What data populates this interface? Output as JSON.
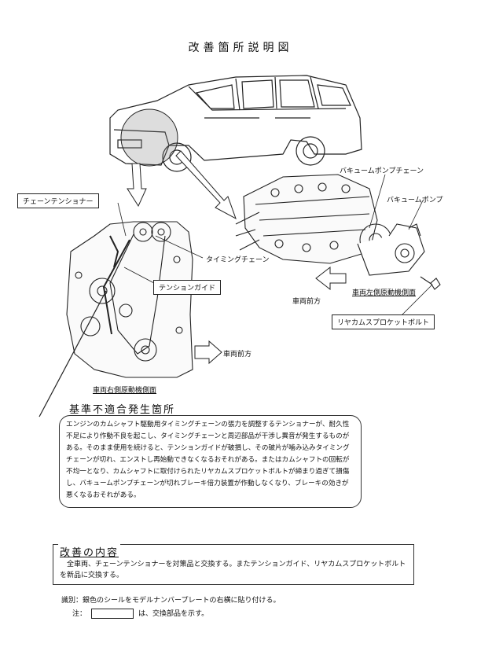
{
  "title": "改善箇所説明図",
  "labels": {
    "chain_tensioner": "チェーンテンショナー",
    "timing_chain": "タイミングチェーン",
    "tension_guide": "テンションガイド",
    "vehicle_front_right": "車両前方",
    "right_side_view": "車両右側原動機側面",
    "vacuum_pump_chain": "バキュームポンプチェーン",
    "vacuum_pump": "バキュームポンプ",
    "vehicle_front_left": "車両前方",
    "left_side_view": "車両左側原動機側面",
    "rear_cam_bolt": "リヤカムスプロケットボルト"
  },
  "nonconformity": {
    "heading": "基準不適合発生箇所",
    "body": "エンジンのカムシャフト駆動用タイミングチェーンの張力を調整するテンショナーが、耐久性不足により作動不良を起こし、タイミングチェーンと周辺部品が干渉し異音が発生するものがある。そのまま使用を続けると、テンションガイドが破損し、その破片が噛み込みタイミングチェーンが切れ、エンストし再始動できなくなるおそれがある。またはカムシャフトの回転が不均一となり、カムシャフトに取付けられたリヤカムスプロケットボルトが締まり過ぎて損傷し、バキュームポンプチェーンが切れブレーキ倍力装置が作動しなくなり、ブレーキの効きが悪くなるおそれがある。"
  },
  "remedy": {
    "heading": "改善の内容",
    "body": "全車両、チェーンテンショナーを対策品と交換する。またテンションガイド、リヤカムスプロケットボルトを新品に交換する。"
  },
  "notes": {
    "identification": "識別：銀色のシールをモデルナンバープレートの右横に貼り付ける。",
    "note_prefix": "注：",
    "note_suffix": "は、交換部品を示す。"
  }
}
